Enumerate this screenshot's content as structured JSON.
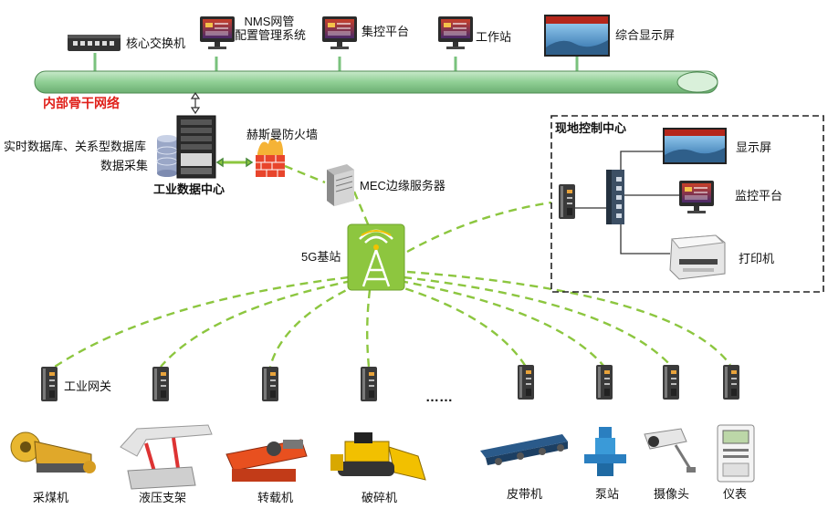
{
  "backbone": {
    "title": "内部骨干网络",
    "devices": [
      {
        "label": "核心交换机",
        "icon": "core-switch-icon"
      },
      {
        "label": "NMS网管\n配置管理系统",
        "icon": "nms-monitor-icon"
      },
      {
        "label": "集控平台",
        "icon": "control-platform-monitor-icon"
      },
      {
        "label": "工作站",
        "icon": "workstation-monitor-icon"
      },
      {
        "label": "综合显示屏",
        "icon": "display-screen-icon"
      }
    ]
  },
  "datacenter": {
    "title": "工业数据中心",
    "db_label": "实时数据库、关系型数据库",
    "collect_label": "数据采集"
  },
  "firewall": {
    "label": "赫斯曼防火墙"
  },
  "mec": {
    "label": "MEC边缘服务器"
  },
  "base_station": {
    "label": "5G基站"
  },
  "control_center": {
    "title": "现地控制中心",
    "items": [
      "显示屏",
      "监控平台",
      "打印机"
    ]
  },
  "gateway_label": "工业网关",
  "ellipsis": "……",
  "equipment": [
    "采煤机",
    "液压支架",
    "转载机",
    "破碎机",
    "皮带机",
    "泵站",
    "摄像头",
    "仪表"
  ],
  "colors": {
    "backbone_green": "#86c98e",
    "link_green": "#8cc63f",
    "tower_green": "#8dc63f",
    "title_red": "#e0201a"
  }
}
